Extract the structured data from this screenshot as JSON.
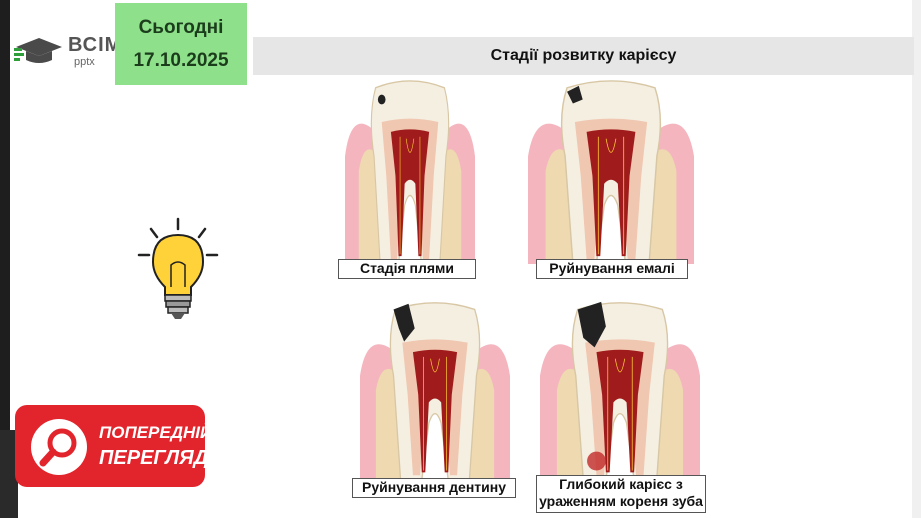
{
  "logo": {
    "title": "ВСІМ",
    "sub": "pptx"
  },
  "date": {
    "label": "Сьогодні",
    "value": "17.10.2025"
  },
  "slide": {
    "title": "Стадії розвитку карієсу"
  },
  "stages": [
    {
      "label": "Стадія плями"
    },
    {
      "label": "Руйнування емалі"
    },
    {
      "label": "Руйнування дентину"
    },
    {
      "label": "Глибокий карієс з ураженням кореня зуба"
    }
  ],
  "preview": {
    "line1": "ПОПЕРЕДНІЙ",
    "line2": "ПЕРЕГЛЯД"
  },
  "colors": {
    "date_bg": "#8ee08b",
    "title_bg": "#e6e6e6",
    "preview_bg": "#e2252c",
    "gum": "#f4b5bf",
    "bone": "#efd9b0",
    "pulp": "#a01c1c"
  },
  "icons": [
    "graduation-cap-icon",
    "light-bulb-icon",
    "magnifier-icon"
  ]
}
